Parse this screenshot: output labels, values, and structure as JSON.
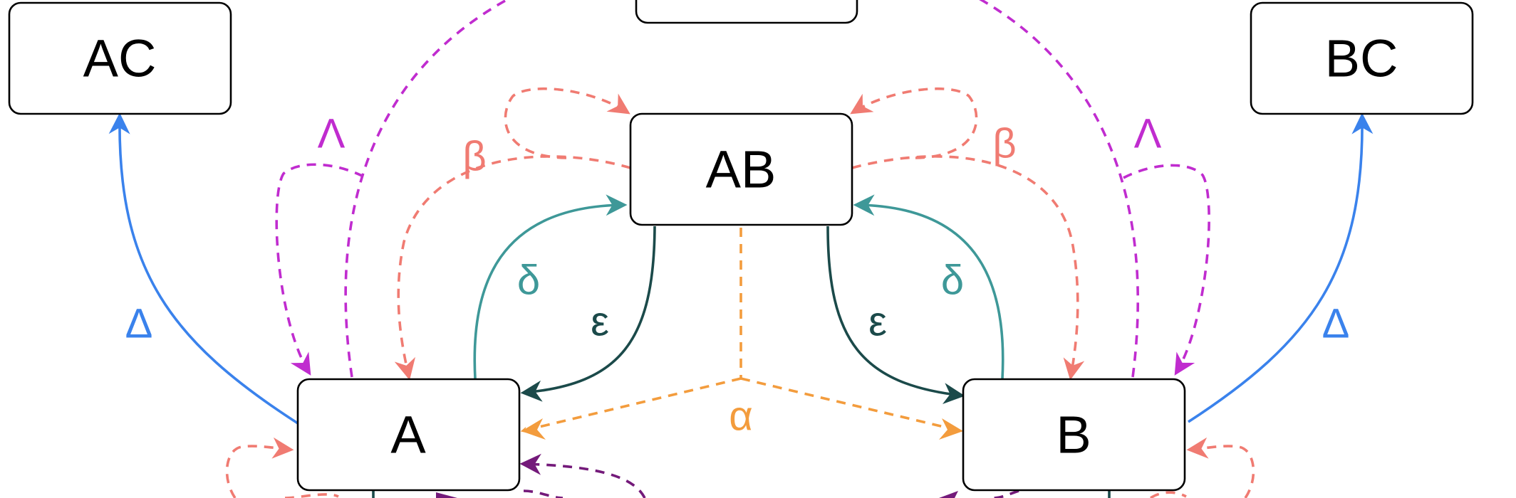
{
  "colors": {
    "alpha": "#f39c3d",
    "beta": "#f07b72",
    "lambda": "#c02ccf",
    "delta_blue": "#3a82ec",
    "delta_teal": "#3e9898",
    "epsilon": "#1b4a4a",
    "purple": "#741a7a",
    "node_border": "#000000"
  },
  "nodes": {
    "top": "",
    "ac": "AC",
    "bc": "BC",
    "ab": "AB",
    "a": "A",
    "b": "B"
  },
  "labels": {
    "lambda_left": "Λ",
    "lambda_right": "Λ",
    "beta_left": "β",
    "beta_right": "β",
    "delta_teal_left": "δ",
    "delta_teal_right": "δ",
    "epsilon_left": "ε",
    "epsilon_right": "ε",
    "delta_blue_left": "Δ",
    "delta_blue_right": "Δ",
    "alpha": "α"
  }
}
